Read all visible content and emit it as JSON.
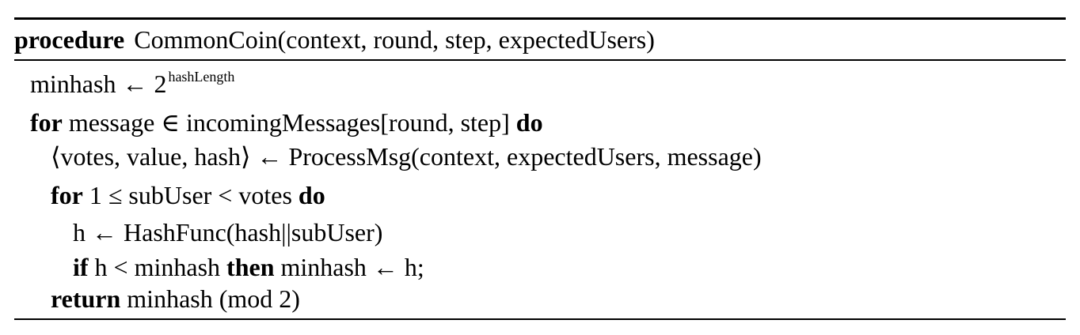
{
  "algorithm": {
    "header": {
      "keyword": "procedure",
      "signature": "CommonCoin(context, round, step, expectedUsers)"
    },
    "lines": [
      {
        "id": "init",
        "lhs": "minhash",
        "arrow": "←",
        "base": "2",
        "superscript": "hashLength"
      },
      {
        "id": "outer-for",
        "kw_for": "for",
        "body": "message ∈ incomingMessages[round, step]",
        "kw_do": "do"
      },
      {
        "id": "process",
        "text": "⟨votes, value, hash⟩ ← ProcessMsg(context, expectedUsers, message)"
      },
      {
        "id": "inner-for",
        "kw_for": "for",
        "body": "1 ≤ subUser < votes",
        "kw_do": "do"
      },
      {
        "id": "hash",
        "text": "h ← HashFunc(hash||subUser)"
      },
      {
        "id": "if",
        "kw_if": "if",
        "cond": "h < minhash",
        "kw_then": "then",
        "action": "minhash ← h;"
      },
      {
        "id": "return",
        "kw_return": "return",
        "expr": "minhash (mod 2)"
      }
    ]
  }
}
